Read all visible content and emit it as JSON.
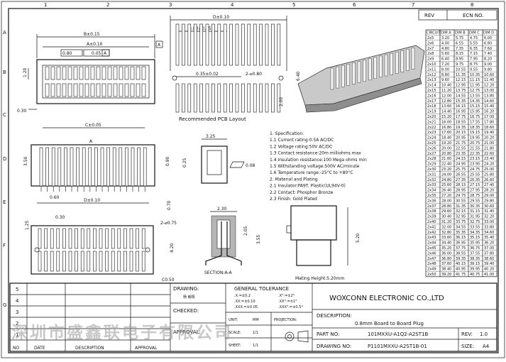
{
  "border": {
    "cols": [
      "1",
      "2",
      "3",
      "4",
      "5",
      "6",
      "7",
      "8"
    ],
    "rows": [
      "A",
      "B",
      "C",
      "D",
      "E",
      "F",
      "G"
    ]
  },
  "revision": {
    "rev": "REV",
    "ecn": "ECN  NO."
  },
  "pcb": {
    "d_dim": "D±0.10",
    "pitch": "0.80±0.05",
    "spacing": "0.35±0.02",
    "hole": "2-⌀0.80",
    "side_len": "6.40",
    "pad_len": "2.00",
    "title": "Recommended PCB Layout",
    "datum": "A"
  },
  "top": {
    "b_dim": "B±0.15",
    "a_dim": "A±0.10",
    "pos_box": "0.80",
    "tol_box": "0.05",
    "datum_box": "A",
    "h1": "1.20",
    "w1": "0.30"
  },
  "front": {
    "c_dim": "C±0.05",
    "a_dim": "A",
    "h1": "3.50",
    "h2": "0.90",
    "gap": "0.60",
    "d_dim": "D±0.10",
    "v2": "0.70"
  },
  "side": {
    "w": "3.25",
    "h": "0.25",
    "flat": "0.08"
  },
  "bottom": {
    "w": "0.30",
    "h1": "1.25",
    "hole": "2-⌀0.75",
    "h2": "4.20",
    "chamfer": "C0.50"
  },
  "section": {
    "w": "2.30",
    "h1": "2.05",
    "h2": "3.55",
    "label": "SECTION:A-A"
  },
  "mating": {
    "h": "5.20",
    "label": "Mating Height:5.20mm"
  },
  "spec": [
    "1. Specification:",
    "1.1  Current rating:0.5A AC/DC",
    "1.2  Voltage rating:50V AC/DC",
    "1.3  Contact resistance:20m milliohms max",
    "1.4  Insulation resistance:100 Mega ohms min",
    "1.5  Withstanding voltage:500V AC/minute",
    "1.6  Temperature range:-25°C to +80°C",
    "2. Material and Plating",
    "2.1  Insulator:PA9T. Plastic(UL94V-0)",
    "2.2  Contact: Phosphor Bronze",
    "2.3  Finish: Gold Plated"
  ],
  "table": {
    "headers": [
      "CIRCUIT",
      "DIM A",
      "DIM B",
      "DIM C",
      "DIM D"
    ],
    "rows": [
      [
        "2x5",
        "3.20",
        "5.75",
        "4.75",
        "6.00"
      ],
      [
        "2x6",
        "4.00",
        "6.55",
        "5.55",
        "6.80"
      ],
      [
        "2x7",
        "4.80",
        "7.35",
        "6.35",
        "7.60"
      ],
      [
        "2x8",
        "5.60",
        "8.15",
        "7.15",
        "7.40"
      ],
      [
        "2x9",
        "6.40",
        "8.95",
        "7.95",
        "8.20"
      ],
      [
        "2x10",
        "7.20",
        "9.75",
        "8.75",
        "9.00"
      ],
      [
        "2x11",
        "8.00",
        "10.55",
        "9.55",
        "9.80"
      ],
      [
        "2x12",
        "8.80",
        "11.35",
        "10.35",
        "10.60"
      ],
      [
        "2x13",
        "9.60",
        "12.15",
        "11.15",
        "11.40"
      ],
      [
        "2x14",
        "10.40",
        "12.95",
        "11.95",
        "12.20"
      ],
      [
        "2x15",
        "11.20",
        "13.75",
        "12.75",
        "13.00"
      ],
      [
        "2x16",
        "12.00",
        "14.55",
        "13.55",
        "13.80"
      ],
      [
        "2x17",
        "12.80",
        "15.35",
        "14.35",
        "14.60"
      ],
      [
        "2x18",
        "13.60",
        "16.15",
        "15.15",
        "15.40"
      ],
      [
        "2x19",
        "14.40",
        "16.95",
        "15.95",
        "16.20"
      ],
      [
        "2x20",
        "15.20",
        "17.75",
        "16.75",
        "17.00"
      ],
      [
        "2x21",
        "16.00",
        "18.55",
        "17.55",
        "17.80"
      ],
      [
        "2x22",
        "16.80",
        "19.35",
        "18.35",
        "18.60"
      ],
      [
        "2x23",
        "17.60",
        "20.15",
        "19.15",
        "19.40"
      ],
      [
        "2x24",
        "18.40",
        "20.95",
        "19.95",
        "20.20"
      ],
      [
        "2x25",
        "19.20",
        "21.75",
        "20.75",
        "21.00"
      ],
      [
        "2x26",
        "20.00",
        "22.55",
        "21.55",
        "21.80"
      ],
      [
        "2x27",
        "20.80",
        "23.35",
        "22.35",
        "22.60"
      ],
      [
        "2x28",
        "21.60",
        "24.15",
        "23.15",
        "23.40"
      ],
      [
        "2x29",
        "22.40",
        "24.95",
        "23.95",
        "24.20"
      ],
      [
        "2x30",
        "23.20",
        "25.75",
        "24.75",
        "25.00"
      ],
      [
        "2x31",
        "24.00",
        "26.55",
        "25.55",
        "25.80"
      ],
      [
        "2x32",
        "24.80",
        "27.35",
        "26.35",
        "26.60"
      ],
      [
        "2x33",
        "25.60",
        "28.15",
        "27.15",
        "27.40"
      ],
      [
        "2x34",
        "26.40",
        "28.95",
        "27.95",
        "28.20"
      ],
      [
        "2x35",
        "27.20",
        "29.75",
        "28.75",
        "29.00"
      ],
      [
        "2x36",
        "28.00",
        "30.55",
        "29.55",
        "29.80"
      ],
      [
        "2x37",
        "28.80",
        "31.35",
        "30.35",
        "30.60"
      ],
      [
        "2x38",
        "29.60",
        "32.15",
        "31.15",
        "31.40"
      ],
      [
        "2x39",
        "30.40",
        "32.95",
        "31.95",
        "32.20"
      ],
      [
        "2x40",
        "31.20",
        "33.75",
        "32.75",
        "33.00"
      ],
      [
        "2x41",
        "32.00",
        "34.55",
        "33.55",
        "33.80"
      ],
      [
        "2x42",
        "32.80",
        "35.35",
        "34.35",
        "34.60"
      ],
      [
        "2x43",
        "33.60",
        "36.15",
        "35.15",
        "35.40"
      ],
      [
        "2x44",
        "34.40",
        "36.95",
        "35.95",
        "36.20"
      ],
      [
        "2x45",
        "35.20",
        "37.75",
        "36.75",
        "37.00"
      ],
      [
        "2x46",
        "36.00",
        "38.55",
        "37.55",
        "37.80"
      ],
      [
        "2x47",
        "36.80",
        "39.35",
        "38.35",
        "38.60"
      ],
      [
        "2x48",
        "37.60",
        "40.15",
        "39.15",
        "39.40"
      ],
      [
        "2x49",
        "38.40",
        "40.95",
        "39.95",
        "40.20"
      ],
      [
        "2x50",
        "39.20",
        "41.75",
        "40.75",
        "41.00"
      ]
    ]
  },
  "title_block": {
    "drawing": "DRAWING:",
    "drawer": "杨 朝阳",
    "checked": "CHECKED:",
    "approval": "APPROVAL:",
    "tol_title": "GENERAL TOLERANCE",
    "tol": [
      ".X:=±0.2",
      ".X°:=±2°",
      ".XX:=±0.10",
      ".XX°:=±1°",
      ".XXX:=±0.05",
      ".XXX°:=±0.5°"
    ],
    "unit_label": "UNIT:",
    "unit": "MM",
    "projection": "PROJECTION:",
    "scale_label": "SCALE:",
    "scale": "1/1",
    "sheet_label": "SHEET:",
    "sheet": "1/1",
    "company": "WOXCONN ELECTRONIC CO.,LTD",
    "desc_label": "DESCRIPTION:",
    "desc": "0.8mm Board to Board Plug",
    "part_label": "PART NO:",
    "part": "101MXXU-A1Q2-A2ST1B",
    "rev_label": "REV:",
    "rev": "1.0",
    "dwg_label": "DRAWING  NO:",
    "dwg": "P1101MXXU-A2ST1B-01",
    "size_label": "SIZE:",
    "size": "A4",
    "rev_table": [
      "5",
      "4",
      "3",
      "2",
      "1"
    ],
    "rev_cols": [
      "NO",
      "DATE",
      "DESCRIPTION",
      "APPROVAL"
    ]
  },
  "watermark": "深圳市盛鑫联电子有限公司"
}
